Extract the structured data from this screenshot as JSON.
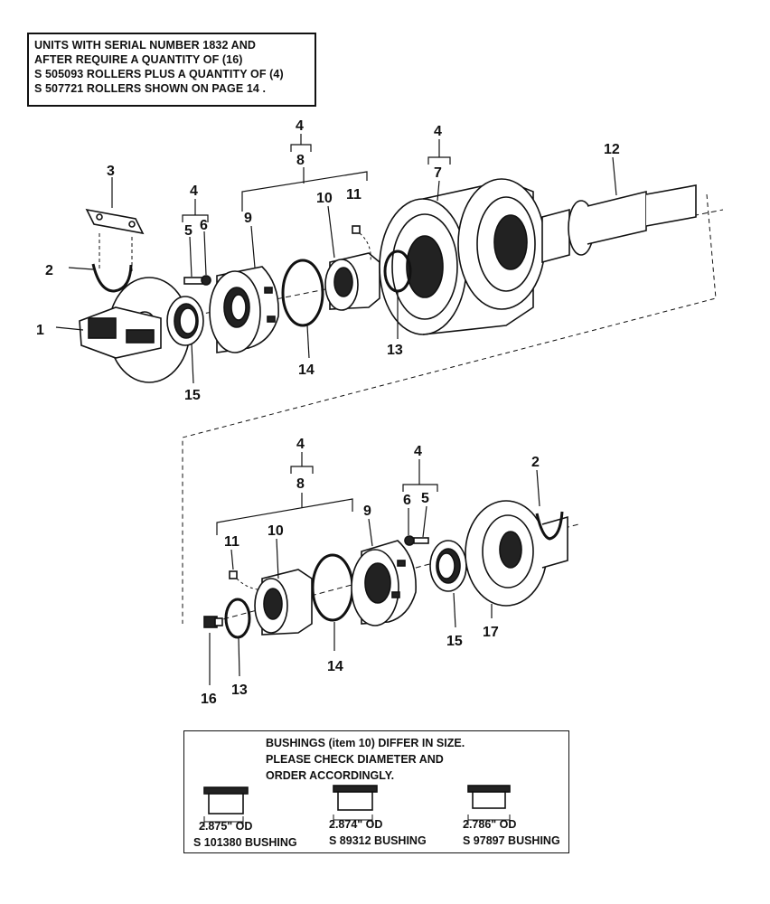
{
  "note": {
    "lines": [
      "UNITS WITH SERIAL NUMBER 1832 AND",
      "AFTER REQUIRE A QUANTITY OF (16)",
      "S 505093 ROLLERS PLUS A QUANTITY OF (4)",
      "S 507721 ROLLERS SHOWN ON PAGE 14 ."
    ]
  },
  "upper_callouts": {
    "n1": "1",
    "n2": "2",
    "n3": "3",
    "n4a": "4",
    "n5": "5",
    "n6": "6",
    "n4b": "4",
    "n8": "8",
    "n9": "9",
    "n10": "10",
    "n11": "11",
    "n4c": "4",
    "n7": "7",
    "n12": "12",
    "n13": "13",
    "n14": "14",
    "n15": "15"
  },
  "lower_callouts": {
    "n4a": "4",
    "n8": "8",
    "n11": "11",
    "n10": "10",
    "n9": "9",
    "n4b": "4",
    "n6": "6",
    "n5": "5",
    "n2": "2",
    "n16": "16",
    "n13": "13",
    "n14": "14",
    "n15": "15",
    "n17": "17"
  },
  "bushings": {
    "lines": [
      "BUSHINGS (item 10) DIFFER IN SIZE.",
      "PLEASE CHECK DIAMETER AND",
      "ORDER ACCORDINGLY."
    ],
    "items": [
      {
        "od": "2.875\" OD",
        "name": "S 101380 BUSHING"
      },
      {
        "od": "2.874\" OD",
        "name": "S 89312 BUSHING"
      },
      {
        "od": "2.786\" OD",
        "name": "S 97897 BUSHING"
      }
    ]
  }
}
